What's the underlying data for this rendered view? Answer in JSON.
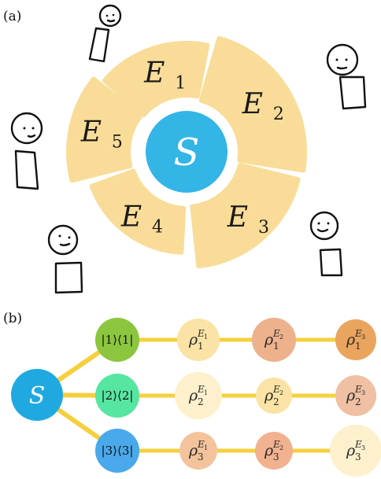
{
  "panel_a": {
    "label": "(a)",
    "system": {
      "symbol": "S",
      "color": "#33B5E5"
    },
    "environment_color": "#F9DC98",
    "fragments": [
      {
        "symbol": "E",
        "index": "1"
      },
      {
        "symbol": "E",
        "index": "2"
      },
      {
        "symbol": "E",
        "index": "3"
      },
      {
        "symbol": "E",
        "index": "4"
      },
      {
        "symbol": "E",
        "index": "5"
      }
    ]
  },
  "panel_b": {
    "label": "(b)",
    "system": {
      "symbol": "S",
      "color": "#1FA9E0"
    },
    "link_color": "#F6CF3E",
    "branches": [
      {
        "state": "|1⟩⟨1|",
        "state_color": "#8CC63E",
        "records": [
          {
            "fragment_index": "1",
            "branch_index": "1",
            "color": "#FBE3A6"
          },
          {
            "fragment_index": "2",
            "branch_index": "1",
            "color": "#EDB18C"
          },
          {
            "fragment_index": "3",
            "branch_index": "1",
            "color": "#E9A45E"
          }
        ]
      },
      {
        "state": "|2⟩⟨2|",
        "state_color": "#56E6A1",
        "records": [
          {
            "fragment_index": "1",
            "branch_index": "2",
            "color": "#FDF0CC"
          },
          {
            "fragment_index": "2",
            "branch_index": "2",
            "color": "#FAE3A4"
          },
          {
            "fragment_index": "3",
            "branch_index": "2",
            "color": "#EFC0A2"
          }
        ]
      },
      {
        "state": "|3⟩⟨3|",
        "state_color": "#4AA9EA",
        "records": [
          {
            "fragment_index": "1",
            "branch_index": "3",
            "color": "#F3C39C"
          },
          {
            "fragment_index": "2",
            "branch_index": "3",
            "color": "#F2B18F"
          },
          {
            "fragment_index": "3",
            "branch_index": "3",
            "color": "#FDF0CC"
          }
        ]
      }
    ]
  }
}
